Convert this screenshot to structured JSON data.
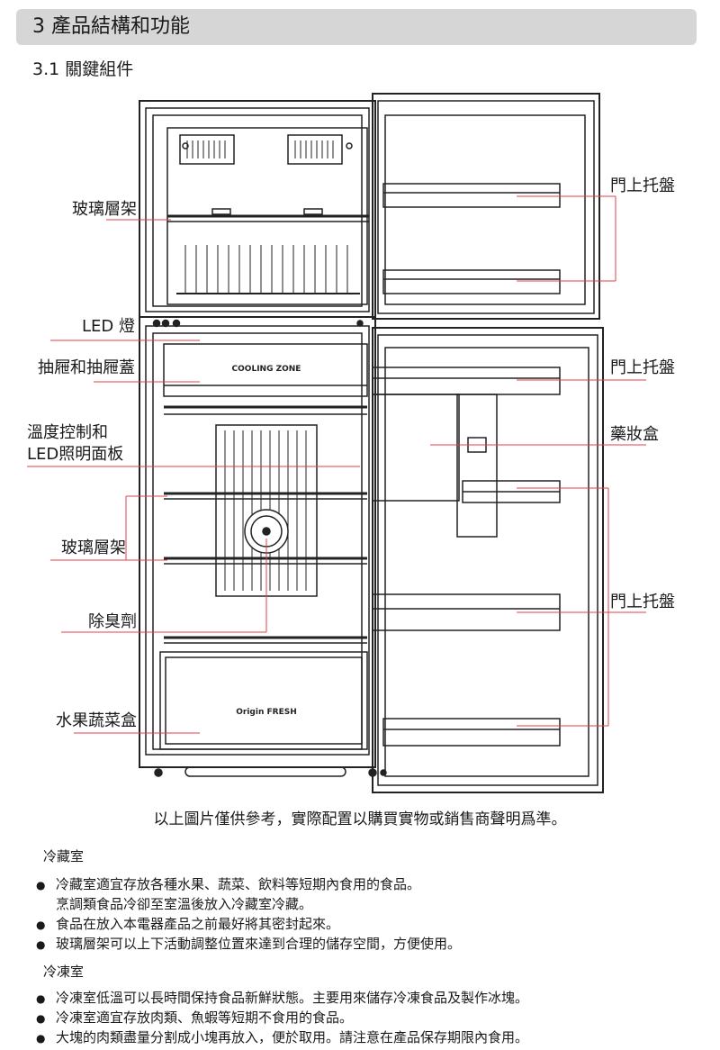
{
  "section": {
    "title": "3 產品結構和功能"
  },
  "subsection": {
    "title": "3.1 關鍵組件"
  },
  "callouts": {
    "glass_shelf_top": "玻璃層架",
    "led_light": "LED 燈",
    "drawer_cover": "抽屜和抽屜蓋",
    "temp_panel_line1": "溫度控制和",
    "temp_panel_line2": "LED照明面板",
    "glass_shelf_mid": "玻璃層架",
    "deodorizer": "除臭劑",
    "crisper": "水果蔬菜盒",
    "door_tray_1": "門上托盤",
    "door_tray_2": "門上托盤",
    "medicine_box": "藥妝盒",
    "door_tray_3": "門上托盤"
  },
  "product_labels": {
    "cooling_zone": "COOLING ZONE",
    "origin_fresh": "Origin FRESH"
  },
  "caption": "以上圖片僅供參考，實際配置以購買實物或銷售商聲明爲準。",
  "fridge_notes": {
    "heading": "冷藏室",
    "items": [
      "冷藏室適宜存放各種水果、蔬菜、飲料等短期內食用的食品。",
      "烹調類食品冷卻至室溫後放入冷藏室冷藏。",
      "食品在放入本電器產品之前最好將其密封起來。",
      "玻璃層架可以上下活動調整位置來達到合理的儲存空間，方便使用。"
    ]
  },
  "freezer_notes": {
    "heading": "冷凍室",
    "items": [
      "冷凍室低溫可以長時間保持食品新鮮狀態。主要用來儲存冷凍食品及製作冰塊。",
      "冷凍室適宜存放肉類、魚蝦等短期不食用的食品。",
      "大塊的肉類盡量分割成小塊再放入，便於取用。請注意在產品保存期限內食用。"
    ]
  },
  "bullet_glyph": "●",
  "colors": {
    "header_bar": "#d6d6d6",
    "leader_line": "#e0404a",
    "drawing_line": "#222222"
  }
}
